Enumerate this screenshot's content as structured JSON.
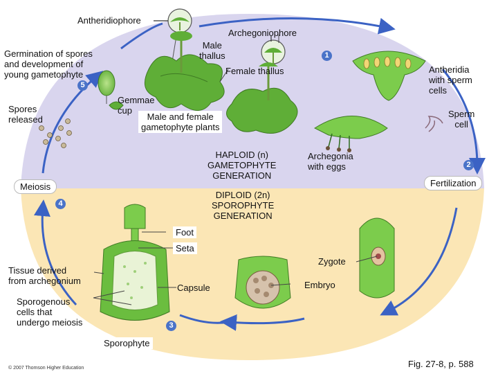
{
  "labels": {
    "antheridiophore": "Antheridiophore",
    "archegoniophore": "Archegoniophore",
    "germination": "Germination of spores\nand development of\nyoung gametophyte",
    "male_thallus": "Male\nthallus",
    "female_thallus": "Female thallus",
    "antheridia": "Antheridia\nwith sperm\ncells",
    "spores_released": "Spores\nreleased",
    "gemmae_cup": "Gemmae\ncup",
    "male_female_plants": "Male and female\ngametophyte plants",
    "sperm_cell": "Sperm\ncell",
    "haploid": "HAPLOID (n)\nGAMETOPHYTE\nGENERATION",
    "archegonia": "Archegonia\nwith eggs",
    "meiosis": "Meiosis",
    "fertilization": "Fertilization",
    "diploid": "DIPLOID (2n)\nSPOROPHYTE\nGENERATION",
    "foot": "Foot",
    "seta": "Seta",
    "tissue_derived": "Tissue derived\nfrom archegonium",
    "zygote": "Zygote",
    "capsule": "Capsule",
    "embryo": "Embryo",
    "sporogenous": "Sporogenous\ncells that\nundergo meiosis",
    "sporophyte": "Sporophyte"
  },
  "steps": {
    "one": "1",
    "two": "2",
    "three": "3",
    "four": "4",
    "five": "5"
  },
  "copyright": "© 2007 Thomson Higher Education",
  "figure_caption": "Fig. 27-8, p. 588",
  "colors": {
    "haploid_region": "#d9d5ee",
    "diploid_region": "#fbe6b5",
    "cycle_arrow": "#3b62c4",
    "plant_green": "#6dbb3f",
    "step_badge": "#4a73c8"
  }
}
